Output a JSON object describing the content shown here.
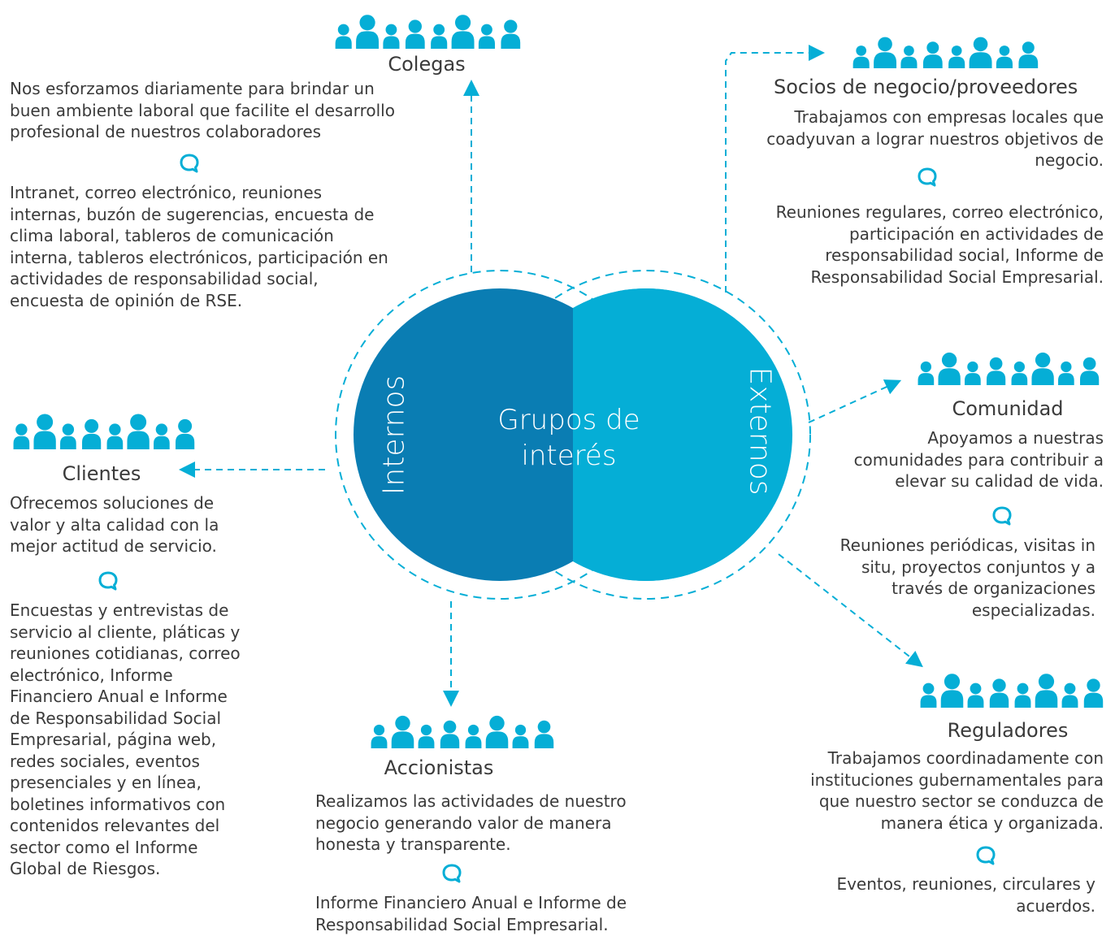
{
  "colors": {
    "dark_blue": "#0a7db3",
    "light_blue": "#05aed6",
    "text": "#3a3a3a"
  },
  "center": {
    "line1": "Grupos de",
    "line2": "interés",
    "internal": "Internos",
    "external": "Externos"
  },
  "groups": {
    "colegas": {
      "title": "Colegas",
      "desc": "Nos esforzamos diariamente para brindar un buen ambiente laboral que facilite el desarrollo profesional de nuestros colaboradores",
      "means": "Intranet, correo electrónico, reuniones internas, buzón de sugerencias, encuesta de clima laboral, tableros de comunicación interna, tableros electrónicos, participación en actividades de responsabilidad social, encuesta de opinión de RSE."
    },
    "socios": {
      "title": "Socios de negocio/proveedores",
      "desc": "Trabajamos con empresas locales que coadyuvan a lograr nuestros objetivos de negocio.",
      "means": "Reuniones regulares, correo electrónico, participación en actividades de responsabilidad social, Informe de Responsabilidad Social Empresarial."
    },
    "clientes": {
      "title": "Clientes",
      "desc": "Ofrecemos soluciones de valor y alta calidad con la mejor actitud de servicio.",
      "means": "Encuestas y entrevistas de servicio al cliente, pláticas y reuniones cotidianas, correo electrónico, Informe Financiero Anual e Informe de Responsabilidad Social Empresarial, página web, redes sociales, eventos presenciales y en línea, boletines informativos con contenidos relevantes del sector como el Informe Global de Riesgos."
    },
    "comunidad": {
      "title": "Comunidad",
      "desc": "Apoyamos a nuestras comunidades para contribuir a elevar su calidad de vida.",
      "means": "Reuniones periódicas, visitas in situ, proyectos conjuntos y a través de organizaciones especializadas."
    },
    "accionistas": {
      "title": "Accionistas",
      "desc": "Realizamos las actividades de nuestro negocio generando valor de manera honesta y transparente.",
      "means": "Informe Financiero Anual e Informe de Responsabilidad Social Empresarial."
    },
    "reguladores": {
      "title": "Reguladores",
      "desc": "Trabajamos coordinadamente con instituciones gubernamentales para que nuestro sector se conduzca de manera ética y organizada.",
      "means": "Eventos, reuniones, circulares y acuerdos."
    }
  },
  "icons": {
    "group": "people-group-icon",
    "communication": "speech-bubble-icon"
  }
}
